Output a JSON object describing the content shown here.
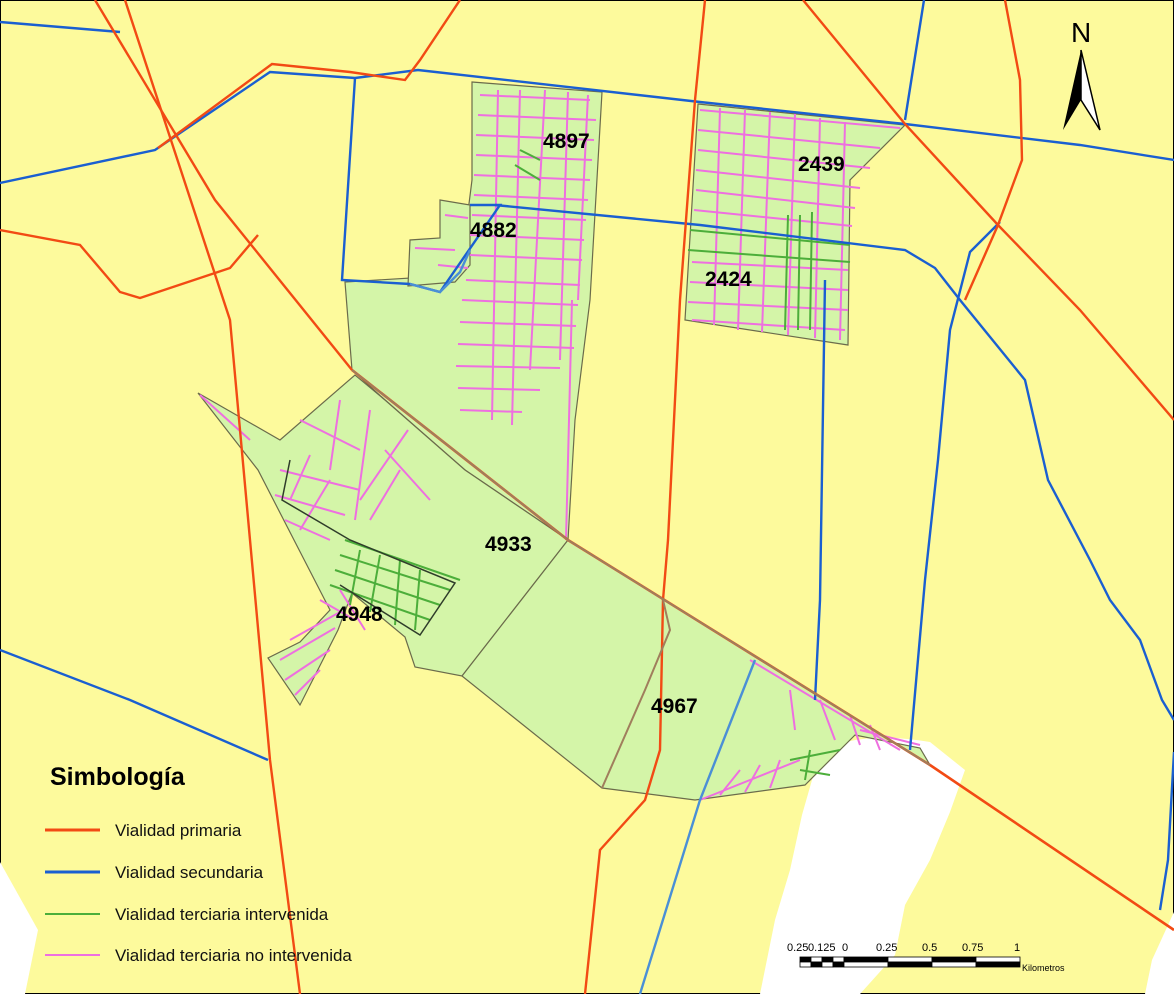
{
  "colors": {
    "background": "#fdfa9c",
    "neighborhood_fill": "#d4f5a8",
    "primary_road": "#f24a14",
    "secondary_road": "#1a5fd1",
    "tertiary_intervened": "#4cae3a",
    "tertiary_not_intervened": "#ee6fe0",
    "empty_area": "#ffffff"
  },
  "north_arrow": {
    "label": "N",
    "icon": "north-arrow-icon"
  },
  "zones": [
    "4897",
    "2439",
    "4882",
    "2424",
    "4933",
    "4948",
    "4967"
  ],
  "legend": {
    "title": "Simbología",
    "items": [
      {
        "label": "Vialidad primaria",
        "color": "#f24a14"
      },
      {
        "label": "Vialidad secundaria",
        "color": "#1a5fd1"
      },
      {
        "label": "Vialidad terciaria intervenida",
        "color": "#4cae3a"
      },
      {
        "label": "Vialidad terciaria no intervenida",
        "color": "#ee6fe0"
      }
    ]
  },
  "scale_bar": {
    "ticks": [
      "0.25",
      "0.125",
      "0",
      "0.25",
      "0.5",
      "0.75",
      "1"
    ],
    "unit": "Kilometros"
  }
}
